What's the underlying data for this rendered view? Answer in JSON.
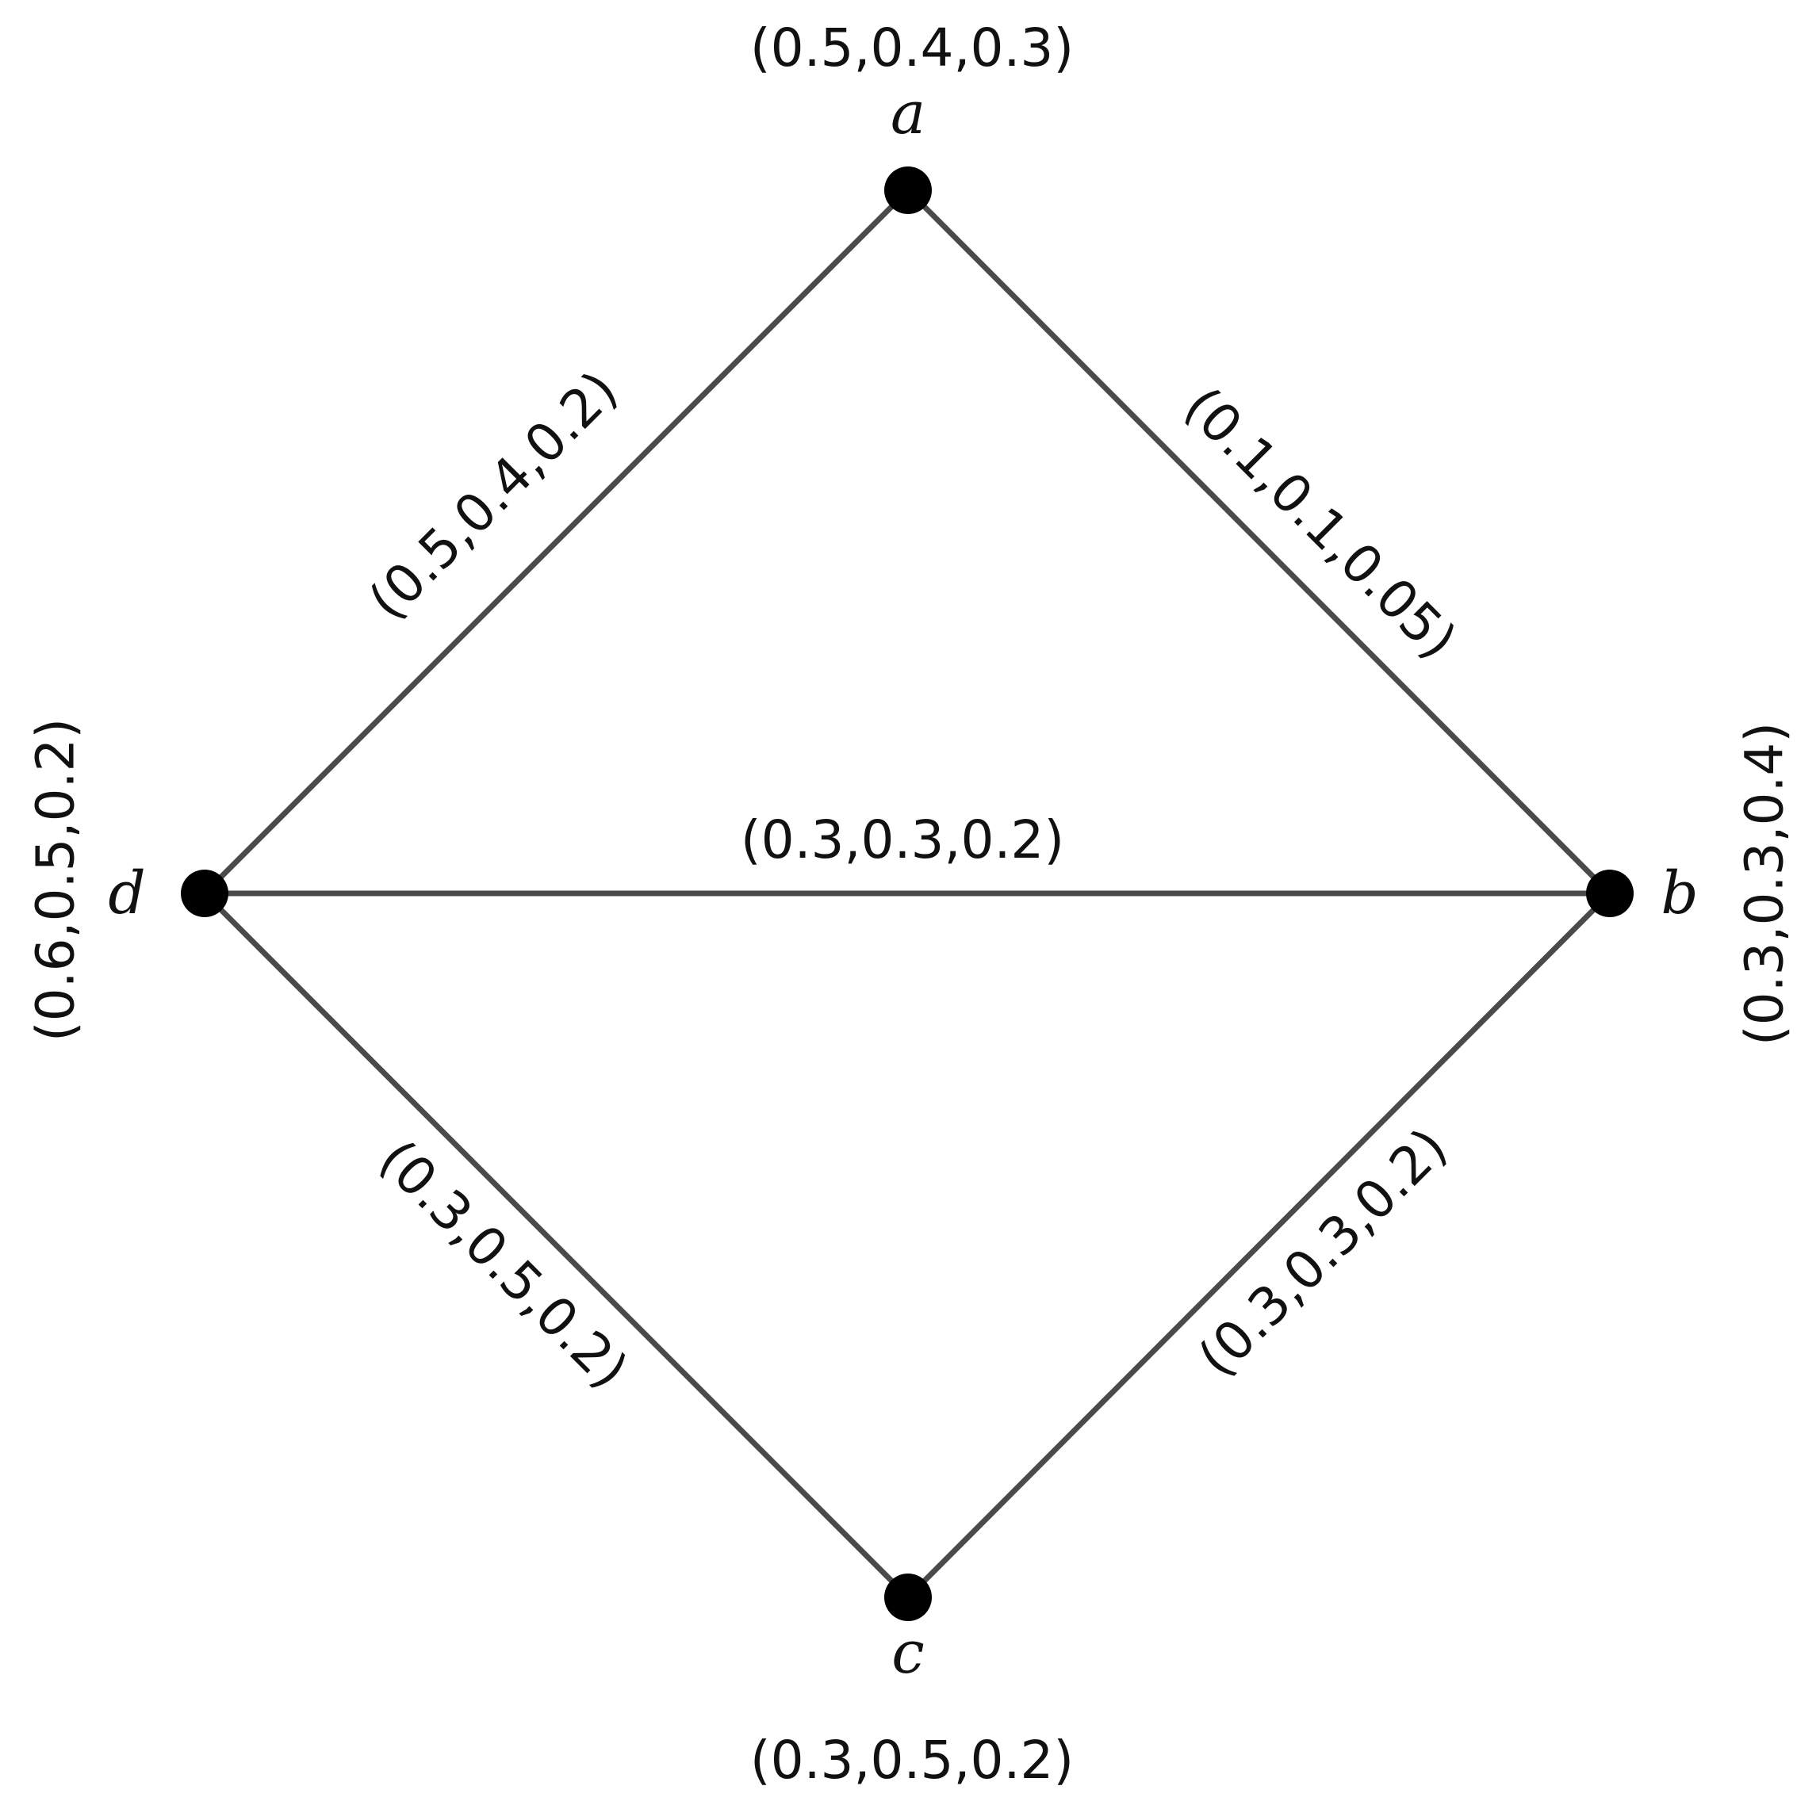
{
  "vertices": {
    "a": {
      "name": "a",
      "weight": "(0.5,0.4,0.3)"
    },
    "b": {
      "name": "b",
      "weight": "(0.3,0.3,0.4)"
    },
    "c": {
      "name": "c",
      "weight": "(0.3,0.5,0.2)"
    },
    "d": {
      "name": "d",
      "weight": "(0.6,0.5,0.2)"
    }
  },
  "edges": {
    "ad": {
      "from": "a",
      "to": "d",
      "weight": "(0.5,0.4,0.2)"
    },
    "ab": {
      "from": "a",
      "to": "b",
      "weight": "(0.1,0.1,0.05)"
    },
    "db": {
      "from": "d",
      "to": "b",
      "weight": "(0.3,0.3,0.2)"
    },
    "dc": {
      "from": "d",
      "to": "c",
      "weight": "(0.3,0.5,0.2)"
    },
    "bc": {
      "from": "b",
      "to": "c",
      "weight": "(0.3,0.3,0.2)"
    }
  }
}
